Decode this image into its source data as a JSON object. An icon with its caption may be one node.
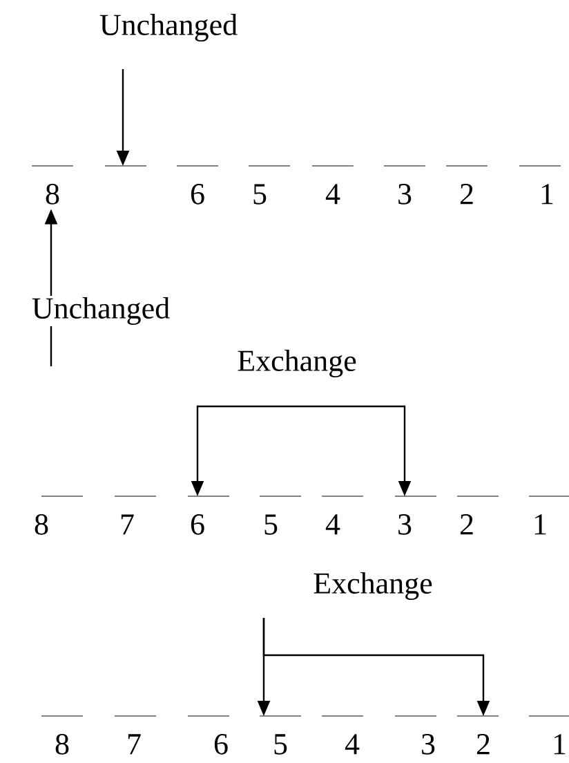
{
  "diagram": {
    "nodes": [
      {
        "text": [
          "8"
        ]
      },
      {
        "text": [],
        "shape": "bar"
      },
      {
        "text": [
          "6"
        ]
      },
      {
        "text": [
          "5"
        ]
      },
      {
        "text": [
          "4"
        ]
      },
      {
        "text": [
          "3"
        ]
      },
      {
        "text": [
          "2"
        ]
      },
      {
        "text": [
          "1"
        ]
      },
      {
        "text": [
          "8"
        ]
      },
      {
        "text": [
          "7"
        ]
      },
      {
        "text": [
          "6"
        ]
      },
      {
        "text": [
          "5"
        ]
      },
      {
        "text": [
          "4"
        ]
      },
      {
        "text": [
          "3"
        ]
      },
      {
        "text": [
          "2"
        ]
      },
      {
        "text": [
          "1"
        ]
      },
      {
        "text": [
          "8"
        ]
      },
      {
        "text": [
          "7"
        ]
      },
      {
        "text": [
          "6"
        ]
      },
      {
        "text": [
          "5"
        ]
      },
      {
        "text": [
          "4"
        ]
      },
      {
        "text": [
          "3"
        ]
      },
      {
        "text": [
          "2"
        ]
      },
      {
        "text": [
          "1"
        ]
      }
    ],
    "edges": [
      {
        "from": null,
        "to": 1,
        "arrow": "to",
        "label": "Unchanged"
      },
      {
        "from": null,
        "to": 0,
        "arrow": "to",
        "label": "Unchanged"
      },
      {
        "from": 10,
        "to": 13,
        "arrow": "both",
        "label": "Exchange"
      },
      {
        "from": null,
        "to": 19,
        "arrow": "to",
        "label": "Exchange"
      },
      {
        "from": null,
        "to": 22,
        "arrow": "to"
      }
    ]
  }
}
